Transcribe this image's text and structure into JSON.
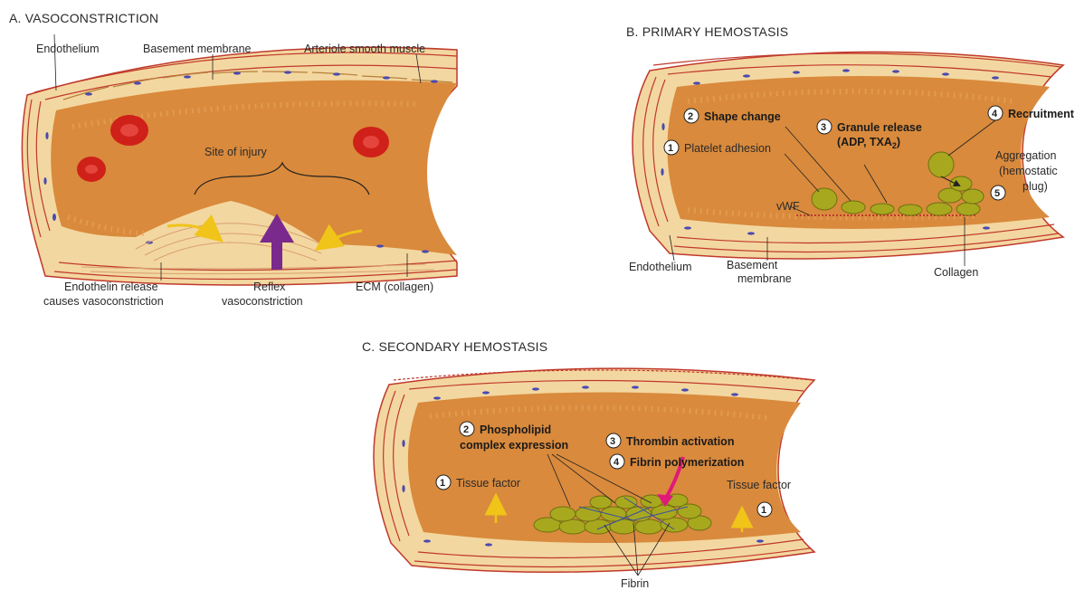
{
  "panels": {
    "a": {
      "title": "A. VASOCONSTRICTION",
      "labels": {
        "endothelium": "Endothelium",
        "basement_membrane": "Basement membrane",
        "smooth_muscle": "Arteriole smooth muscle",
        "site_of_injury": "Site of injury",
        "endothelin_1": "Endothelin release",
        "endothelin_2": "causes vasoconstriction",
        "reflex_1": "Reflex",
        "reflex_2": "vasoconstriction",
        "ecm": "ECM (collagen)"
      }
    },
    "b": {
      "title": "B. PRIMARY HEMOSTASIS",
      "steps": {
        "s1_num": "1",
        "s1": "Platelet adhesion",
        "s2_num": "2",
        "s2": "Shape change",
        "s3_num": "3",
        "s3a": "Granule release",
        "s3b": "(ADP, TXA",
        "s3_sub": "2",
        "s3_close": ")",
        "s4_num": "4",
        "s4": "Recruitment",
        "s5_num": "5",
        "s5a": "Aggregation",
        "s5b": "(hemostatic",
        "s5c": "plug)"
      },
      "labels": {
        "vwf": "vWF",
        "endothelium": "Endothelium",
        "basement_1": "Basement",
        "basement_2": "membrane",
        "collagen": "Collagen"
      }
    },
    "c": {
      "title": "C. SECONDARY HEMOSTASIS",
      "steps": {
        "s1_num": "1",
        "s1": "Tissue factor",
        "s1r": "Tissue factor",
        "s1r_num": "1",
        "s2_num": "2",
        "s2a": "Phospholipid",
        "s2b": "complex expression",
        "s3_num": "3",
        "s3": "Thrombin activation",
        "s4_num": "4",
        "s4": "Fibrin polymerization"
      },
      "labels": {
        "fibrin": "Fibrin"
      }
    }
  },
  "colors": {
    "lumen": "#d98a3c",
    "wall_layer": "#f3d7a0",
    "wall_line": "#c0392b",
    "rbc": "#d0201a",
    "platelet": "#a8a81f",
    "arrow_yellow": "#f0c419",
    "arrow_purple": "#7a2a8c",
    "arrow_pink": "#e0197a"
  }
}
